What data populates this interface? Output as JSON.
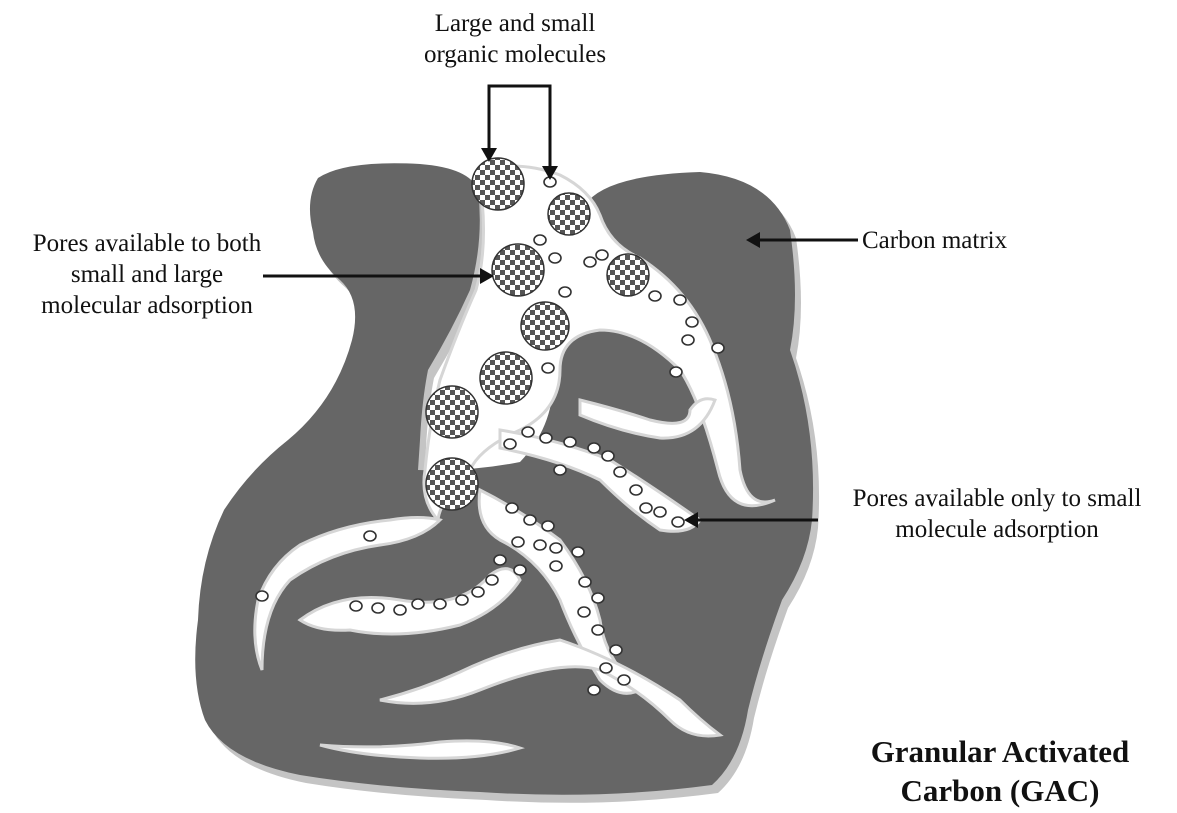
{
  "labels": {
    "molecules": [
      "Large and small",
      "organic molecules"
    ],
    "both_pores": [
      "Pores available to both",
      "small and large",
      "molecular adsorption"
    ],
    "carbon_matrix": "Carbon matrix",
    "small_pores": [
      "Pores available only to small",
      "molecule adsorption"
    ]
  },
  "title": [
    "Granular Activated",
    "Carbon (GAC)"
  ],
  "colors": {
    "carbon": "#666666",
    "carbon_halo": "#c4c4c4",
    "pore": "#ffffff",
    "large_molecule_dark": "#555555",
    "arrow": "#111111"
  },
  "icons": {
    "large_molecule": "checkered-circle-icon",
    "small_molecule": "small-ring-icon"
  }
}
